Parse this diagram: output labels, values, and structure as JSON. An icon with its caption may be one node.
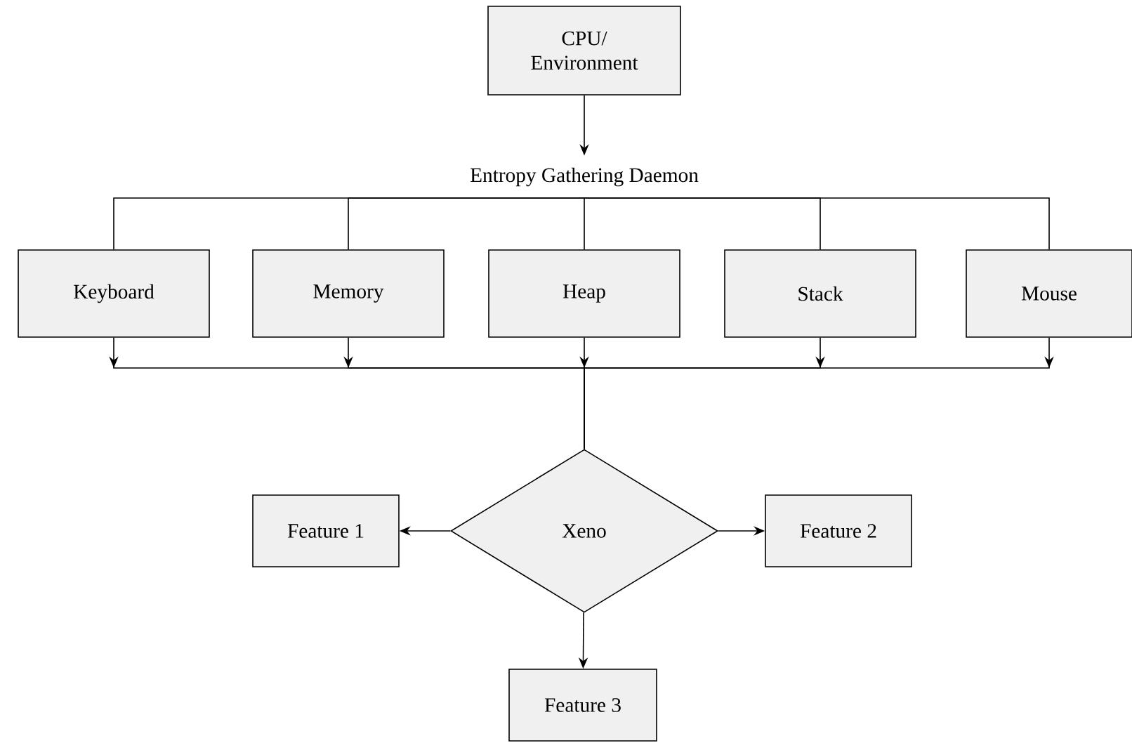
{
  "diagram": {
    "nodes": [
      {
        "text": [
          "CPU/ Environment"
        ]
      },
      {
        "text": [
          "Entropy Gathering Daemon"
        ]
      },
      {
        "text": [
          "Keyboard"
        ]
      },
      {
        "text": [
          "Memory"
        ]
      },
      {
        "text": [
          "Heap"
        ]
      },
      {
        "text": [
          "Stack"
        ]
      },
      {
        "text": [
          "Mouse"
        ]
      },
      {
        "text": [
          "Xeno"
        ]
      },
      {
        "text": [
          "Feature 1"
        ]
      },
      {
        "text": [
          "Feature 2"
        ]
      },
      {
        "text": [
          "Feature 3"
        ]
      }
    ],
    "edges": [
      {
        "from": 0,
        "to": 1,
        "arrow": "to"
      },
      {
        "from": 1,
        "to": 2,
        "arrow": "none"
      },
      {
        "from": 1,
        "to": 3,
        "arrow": "none"
      },
      {
        "from": 1,
        "to": 4,
        "arrow": "none"
      },
      {
        "from": 1,
        "to": 5,
        "arrow": "none"
      },
      {
        "from": 1,
        "to": 6,
        "arrow": "none"
      },
      {
        "from": 2,
        "to": 7,
        "arrow": "to"
      },
      {
        "from": 3,
        "to": 7,
        "arrow": "to"
      },
      {
        "from": 4,
        "to": 7,
        "arrow": "to"
      },
      {
        "from": 5,
        "to": 7,
        "arrow": "to"
      },
      {
        "from": 6,
        "to": 7,
        "arrow": "to"
      },
      {
        "from": 7,
        "to": 8,
        "arrow": "to"
      },
      {
        "from": 7,
        "to": 9,
        "arrow": "to"
      },
      {
        "from": 7,
        "to": 10,
        "arrow": "to"
      }
    ]
  }
}
